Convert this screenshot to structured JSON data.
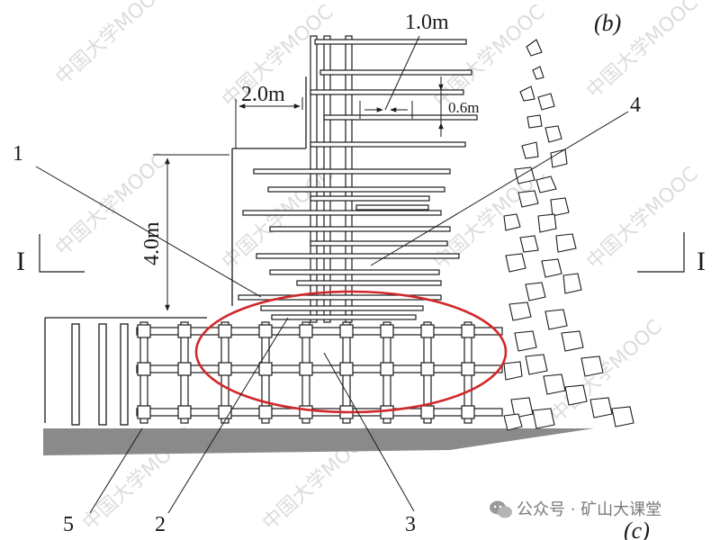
{
  "labels": {
    "panel_b": "(b)",
    "panel_c": "(c)",
    "callout_1": "1",
    "callout_2": "2",
    "callout_3": "3",
    "callout_4": "4",
    "callout_5": "5",
    "section_left": "I",
    "section_right": "I"
  },
  "dimensions": {
    "top_spacing": "1.0m",
    "step_width": "2.0m",
    "rung_spacing": "0.6m",
    "height": "4.0m"
  },
  "watermark": {
    "text": "中国大学MOOC",
    "footer": "公众号 · 矿山大课堂",
    "logo": "wechat-logo"
  },
  "colors": {
    "line": "#1a1a1a",
    "highlight": "#d0282a",
    "ground": "#8a8a8a",
    "watermark": "#dcdcdc"
  }
}
